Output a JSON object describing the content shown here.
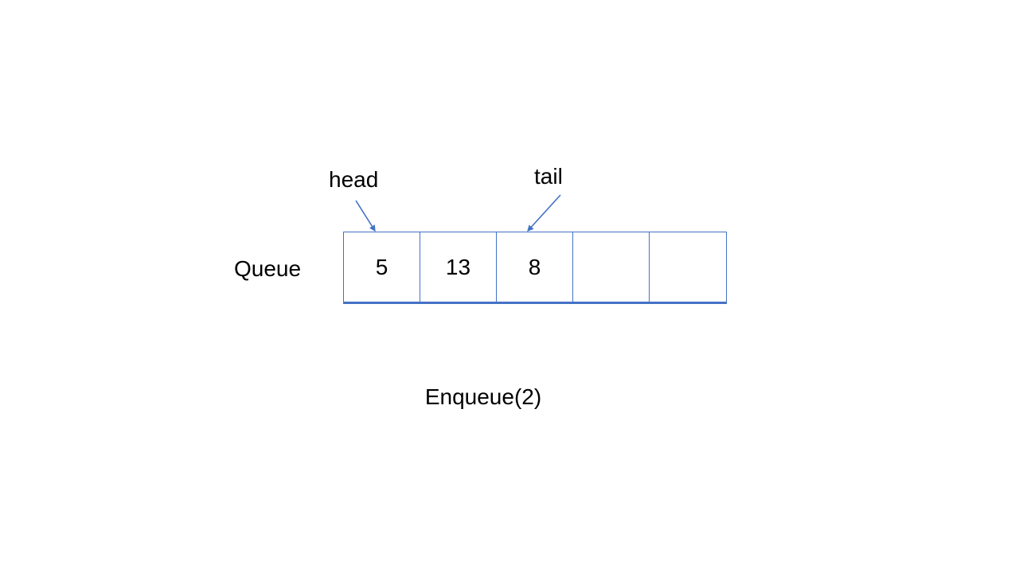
{
  "diagram": {
    "title_label": "Queue",
    "operation_label": "Enqueue(2)",
    "accent_color": "#4472C4",
    "text_color": "#000000",
    "background_color": "#ffffff"
  },
  "pointers": [
    {
      "name": "head",
      "label": "head",
      "target_cell_index": 0
    },
    {
      "name": "tail",
      "label": "tail",
      "target_cell_index": 2
    }
  ],
  "queue": {
    "capacity": 5,
    "length": 3,
    "cells": [
      {
        "value": "5",
        "filled": true
      },
      {
        "value": "13",
        "filled": true
      },
      {
        "value": "8",
        "filled": true
      },
      {
        "value": "",
        "filled": false
      },
      {
        "value": "",
        "filled": false
      }
    ]
  }
}
